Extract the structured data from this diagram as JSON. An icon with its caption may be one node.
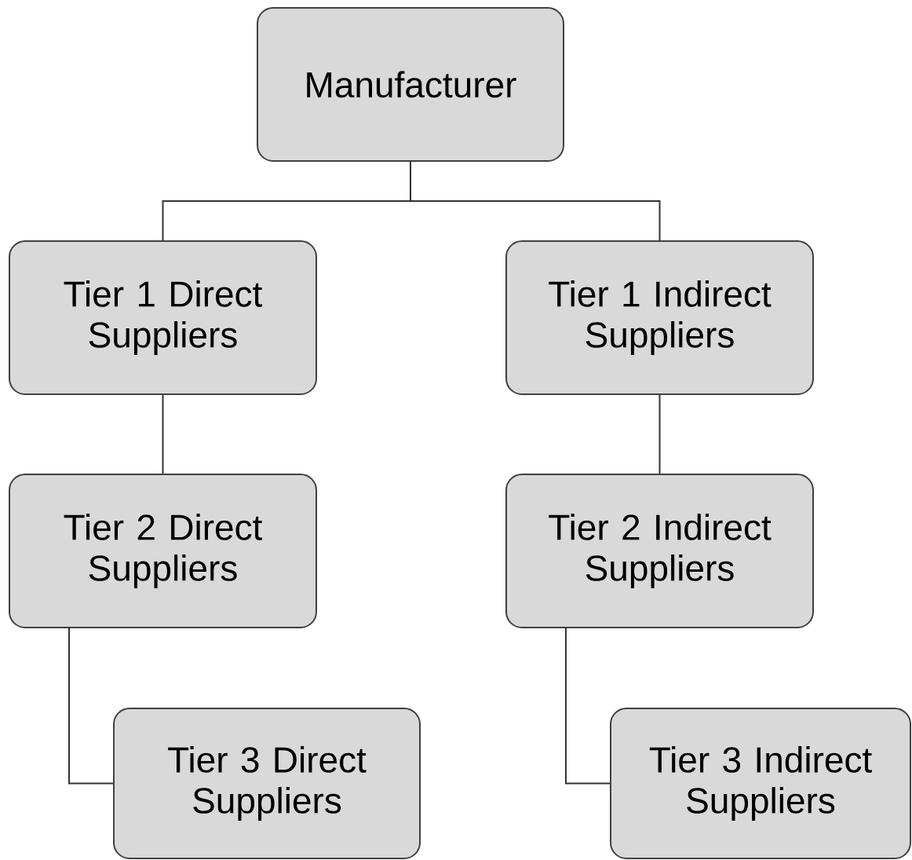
{
  "diagram": {
    "nodes": [
      {
        "text": [
          "Manufacturer"
        ]
      },
      {
        "text": [
          "Tier 1 Direct Suppliers"
        ]
      },
      {
        "text": [
          "Tier 1 Indirect Suppliers"
        ]
      },
      {
        "text": [
          "Tier 2 Direct Suppliers"
        ]
      },
      {
        "text": [
          "Tier 2 Indirect Suppliers"
        ]
      },
      {
        "text": [
          "Tier 3 Direct Suppliers"
        ]
      },
      {
        "text": [
          "Tier 3 Indirect Suppliers"
        ]
      }
    ],
    "edges": [
      {
        "from": 0,
        "to": 1,
        "arrow": "none"
      },
      {
        "from": 0,
        "to": 2,
        "arrow": "none"
      },
      {
        "from": 1,
        "to": 3,
        "arrow": "none"
      },
      {
        "from": 2,
        "to": 4,
        "arrow": "none"
      },
      {
        "from": 3,
        "to": 5,
        "arrow": "none"
      },
      {
        "from": 4,
        "to": 6,
        "arrow": "none"
      }
    ]
  }
}
